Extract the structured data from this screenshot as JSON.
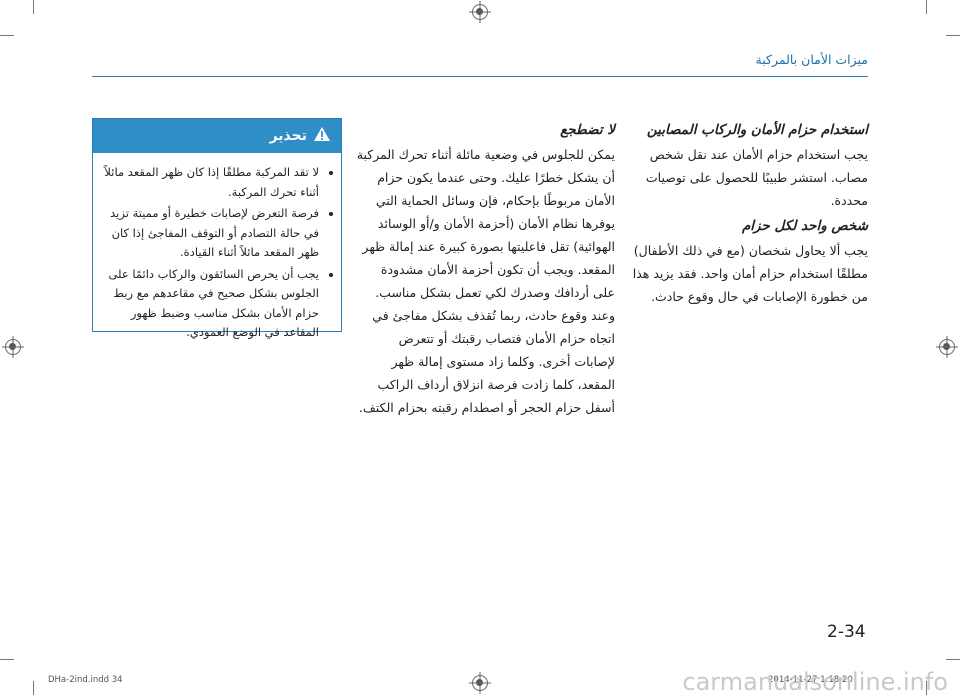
{
  "header": {
    "section_title": "ميزات الأمان بالمركبة"
  },
  "right_column": {
    "heading1": "استخدام حزام الأمان والركاب المصابين",
    "para1": "يجب استخدام حزام الأمان عند نقل شخص مصاب. استشر طبيبًا للحصول على توصيات محددة.",
    "heading2": "شخص واحد لكل حزام",
    "para2": "يجب ألا يحاول شخصان (مع في ذلك الأطفال) مطلقًا استخدام حزام أمان واحد. فقد يزيد هذا من خطورة الإصابات في حال وقوع حادث."
  },
  "middle_column": {
    "heading": "لا تضطجع",
    "para": "يمكن للجلوس في وضعية مائلة أثناء تحرك المركبة أن يشكل خطرًا عليك. وحتى عندما يكون حزام الأمان مربوطًا بإحكام، فإن وسائل الحماية التي يوفرها نظام الأمان (أحزمة الأمان و/أو الوسائد الهوائية) تقل فاعليتها بصورة كبيرة عند إمالة ظهر المقعد. ويجب أن تكون أحزمة الأمان مشدودة على أردافك وصدرك لكي تعمل بشكل مناسب. وعند وقوع حادث، ربما تُقذف بشكل مفاجئ في اتجاه حزام الأمان فتصاب رقبتك أو تتعرض لإصابات أخرى. وكلما زاد مستوى إمالة ظهر المقعد، كلما زادت فرصة انزلاق أرداف الراكب أسفل حزام الحجر أو اصطدام رقبته بحزام الكتف."
  },
  "warning_box": {
    "title": "تحذير",
    "items": [
      "لا تقد المركبة مطلقًا إذا كان ظهر المقعد مائلاً أثناء تحرك المركبة.",
      "فرصة التعرض لإصابات خطيرة أو مميتة تزيد في حالة التصادم أو التوقف المفاجئ إذا كان ظهر المقعد مائلاً أثناء القيادة.",
      "يجب أن يحرص السائقون والركاب دائمًا على الجلوس بشكل صحيح في مقاعدهم مع ربط حزام الأمان بشكل مناسب وضبط ظهور المقاعد في الوضع العمودي."
    ]
  },
  "page_number": "2-34",
  "footer": {
    "file": "DHa-2ind.indd   34",
    "timestamp": "2014-11-27   1:18:20"
  },
  "watermark": "carmanualsonline.info",
  "colors": {
    "accent": "#2f8ec6",
    "title_text": "#1d6fa5"
  },
  "icons": {
    "warning": "warning-triangle-icon",
    "registration": "registration-mark-icon"
  }
}
